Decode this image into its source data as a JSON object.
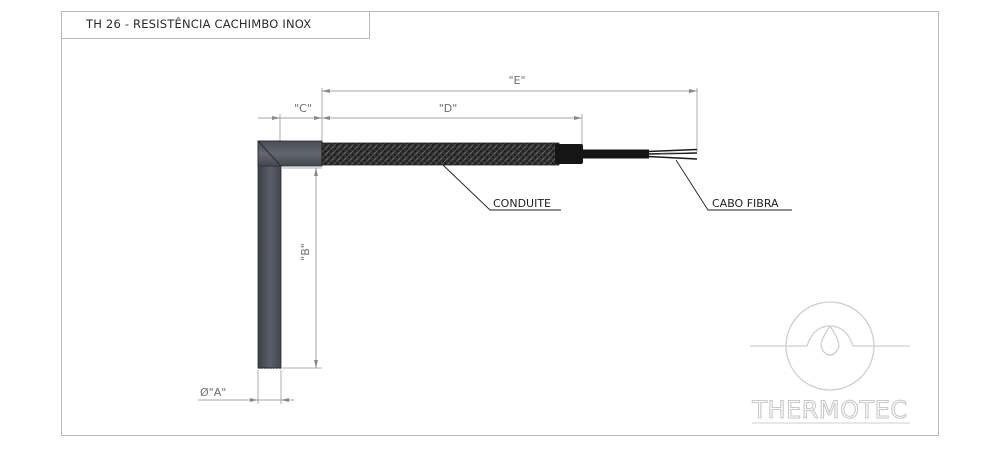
{
  "title": "TH 26 - RESISTÊNCIA CACHIMBO INOX",
  "dimensions": {
    "a": "Ø\"A\"",
    "b": "\"B\"",
    "c": "\"C\"",
    "d": "\"D\"",
    "e": "\"E\""
  },
  "callouts": {
    "conduite": "CONDUITE",
    "cabo_fibra": "CABO FIBRA"
  },
  "logo": {
    "text": "THERMOTEC"
  },
  "colors": {
    "border": "#b8b8b8",
    "tube": "#4a4e57",
    "conduit": "#2b2b2b",
    "dimension": "#8a8a8a",
    "logo": "#c9c9c9"
  }
}
